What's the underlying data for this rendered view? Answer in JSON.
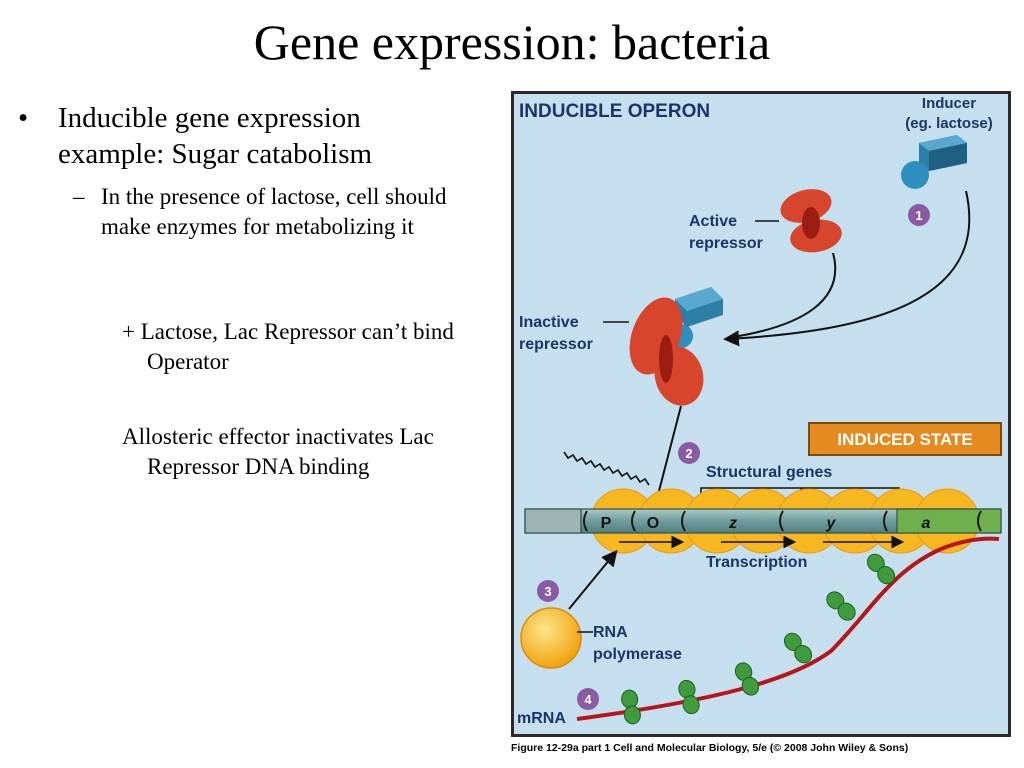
{
  "slide": {
    "title": "Gene expression: bacteria",
    "bullet1": "Inducible gene expression example: Sugar catabolism",
    "bullet1_marker": "•",
    "sub1": "In the presence of lactose, cell should make enzymes for metabolizing it",
    "sub1_marker": "–",
    "note1": "+ Lactose, Lac Repressor can’t bind Operator",
    "note2": "Allosteric effector inactivates Lac Repressor DNA binding"
  },
  "figure": {
    "heading": "INDUCIBLE OPERON",
    "inducer_line1": "Inducer",
    "inducer_line2": "(eg. lactose)",
    "active_line1": "Active",
    "active_line2": "repressor",
    "inactive_line1": "Inactive",
    "inactive_line2": "repressor",
    "induced_state": "INDUCED STATE",
    "structural_genes": "Structural genes",
    "p": "P",
    "o": "O",
    "z": "z",
    "y": "y",
    "a": "a",
    "transcription": "Transcription",
    "rna_line1": "RNA",
    "rna_line2": "polymerase",
    "mrna": "mRNA",
    "step1": "1",
    "step2": "2",
    "step3": "3",
    "step4": "4",
    "caption": "Figure 12-29a part 1  Cell and Molecular Biology, 5/e (© 2008 John Wiley & Sons)"
  },
  "colors": {
    "panel_bg": "#c6dfee",
    "panel_border": "#2a2a2a",
    "heading": "#1c3566",
    "repressor": "#d7462c",
    "inducer_box": "#2e7fa6",
    "inducer_ball": "#2d8fbf",
    "step_circle": "#8a5aa3",
    "induced_bg": "#e48a1e",
    "dna": "#6f9c9c",
    "gene_a": "#6db04c",
    "polymerase": "#f5b21a",
    "mrna": "#b7151c",
    "ribosome": "#3f9b3c"
  }
}
